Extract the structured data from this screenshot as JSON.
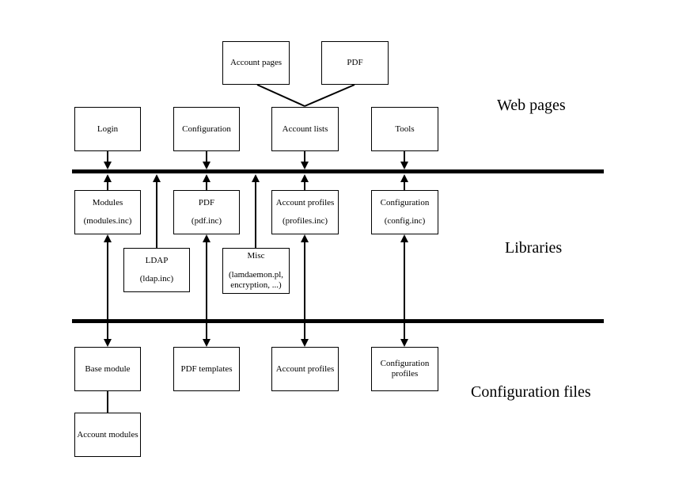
{
  "diagram": {
    "title_hint": "Application architecture diagram",
    "sections": {
      "web_pages": "Web pages",
      "libraries": "Libraries",
      "configuration_files": "Configuration files"
    },
    "boxes": {
      "account_pages": {
        "line1": "Account pages"
      },
      "pdf_page": {
        "line1": "PDF"
      },
      "login": {
        "line1": "Login"
      },
      "configuration_page": {
        "line1": "Configuration"
      },
      "account_lists": {
        "line1": "Account lists"
      },
      "tools": {
        "line1": "Tools"
      },
      "modules_lib": {
        "line1": "Modules",
        "line2": "(modules.inc)"
      },
      "pdf_lib": {
        "line1": "PDF",
        "line2": "(pdf.inc)"
      },
      "account_profiles_lib": {
        "line1": "Account profiles",
        "line2": "(profiles.inc)"
      },
      "configuration_lib": {
        "line1": "Configuration",
        "line2": "(config.inc)"
      },
      "ldap_lib": {
        "line1": "LDAP",
        "line2": "(ldap.inc)"
      },
      "misc_lib": {
        "line1": "Misc",
        "line2": "(lamdaemon.pl,",
        "line3": "encryption, ...)"
      },
      "base_module": {
        "line1": "Base module"
      },
      "pdf_templates": {
        "line1": "PDF templates"
      },
      "account_profiles_file": {
        "line1": "Account profiles"
      },
      "configuration_profiles": {
        "line1": "Configuration",
        "line2": "profiles"
      },
      "account_modules": {
        "line1": "Account modules"
      }
    },
    "colors": {
      "line": "#000000",
      "box_border": "#000000",
      "background": "#ffffff",
      "text": "#000000"
    }
  }
}
